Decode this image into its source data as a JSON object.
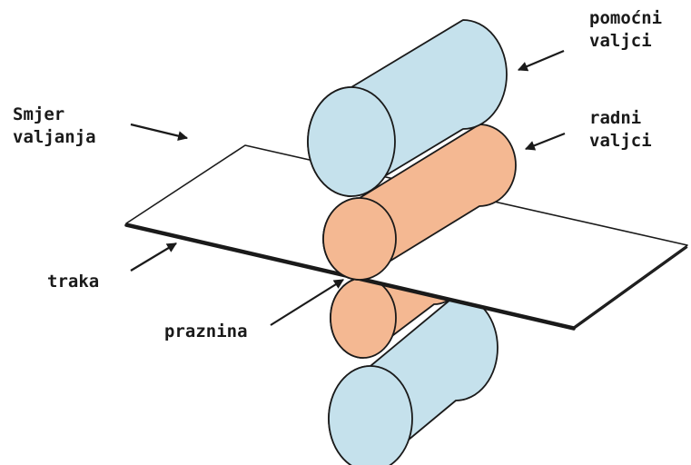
{
  "labels": {
    "backup_rolls": [
      "pomoćni",
      "valjci"
    ],
    "work_rolls": [
      "radni",
      "valjci"
    ],
    "rolling_direction": [
      "Smjer",
      "valjanja"
    ],
    "strip": "traka",
    "gap": "praznina"
  },
  "colors": {
    "backup_roll_fill": "#c5e1ec",
    "work_roll_fill": "#f4b892",
    "strip_fill": "#ffffff",
    "outline": "#1a1a1a",
    "text": "#1a1a1a"
  }
}
